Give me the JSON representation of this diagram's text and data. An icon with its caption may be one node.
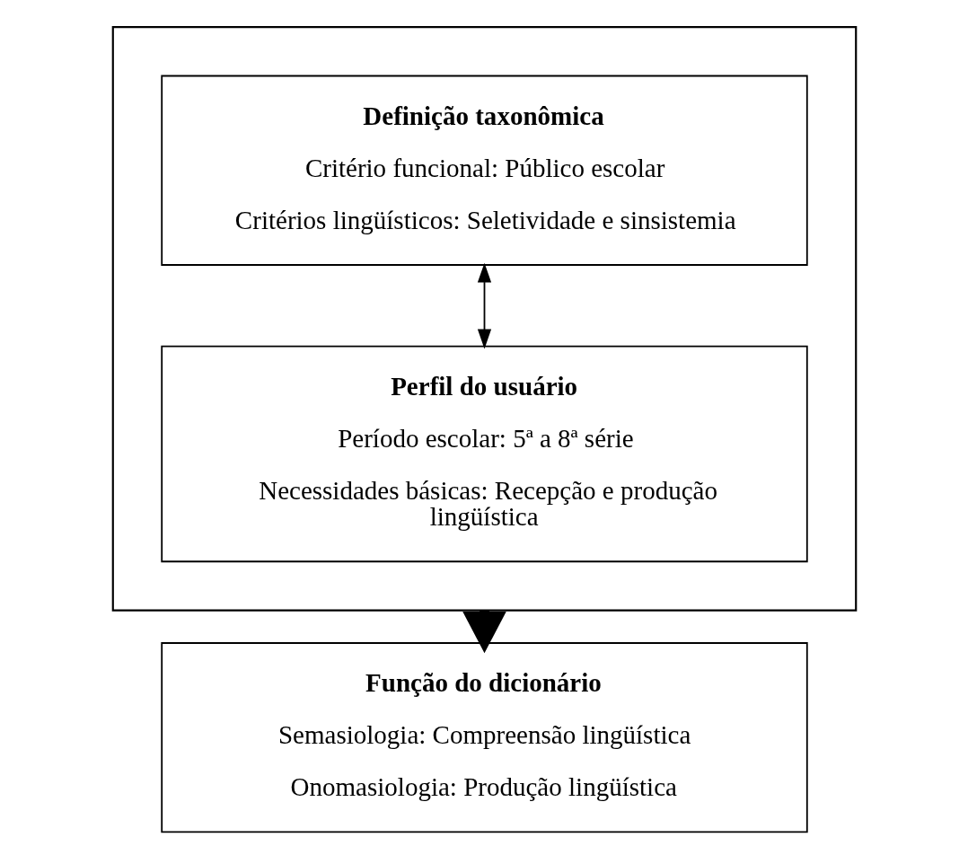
{
  "diagram": {
    "nodes": [
      {
        "text": [],
        "shape": "box"
      },
      {
        "text": [
          "Definição taxonômica",
          "Critério funcional: Público escolar",
          "Critérios lingüísticos: Seletividade e sinsistemia"
        ],
        "in": 0
      },
      {
        "text": [
          "Perfil do usuário",
          "Período escolar: 5ª a 8ª série",
          "Necessidades básicas: Recepção e produção lingüística"
        ],
        "in": 0
      },
      {
        "text": [
          "Função do dicionário",
          "Semasiologia: Compreensão lingüística",
          "Onomasiologia: Produção lingüística"
        ]
      }
    ],
    "edges": [
      {
        "from": 1,
        "to": 2,
        "arrow": "both"
      },
      {
        "from": 0,
        "to": 3,
        "arrow": "to",
        "style": "thick"
      }
    ]
  }
}
